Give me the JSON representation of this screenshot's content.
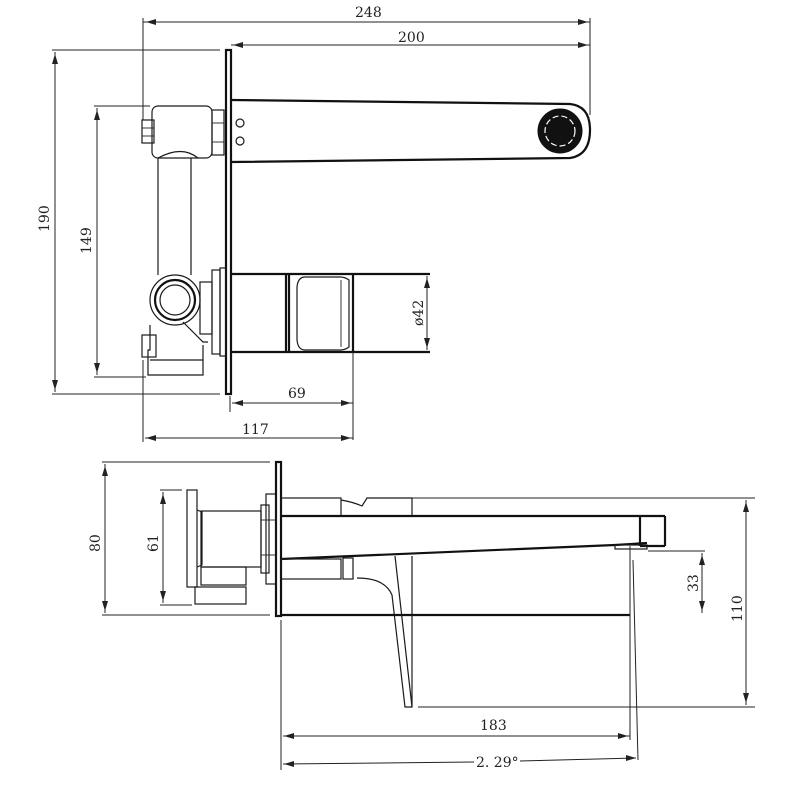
{
  "drawing": {
    "title": "Wall-mounted basin mixer – technical dimension drawing",
    "views": [
      "top-view",
      "side-view"
    ],
    "line_color": "#1a1a1a",
    "background": "#ffffff"
  },
  "top_view": {
    "dimensions": {
      "overall_length": "248",
      "spout_length": "200",
      "overall_height": "190",
      "body_height": "149",
      "handle_diameter": "ø42",
      "handle_projection": "69",
      "body_depth": "117"
    }
  },
  "side_view": {
    "dimensions": {
      "plate_height": "80",
      "body_height": "61",
      "spout_clearance": "33",
      "overall_height": "110",
      "spout_reach": "183",
      "spout_angle": "2. 29°"
    }
  }
}
